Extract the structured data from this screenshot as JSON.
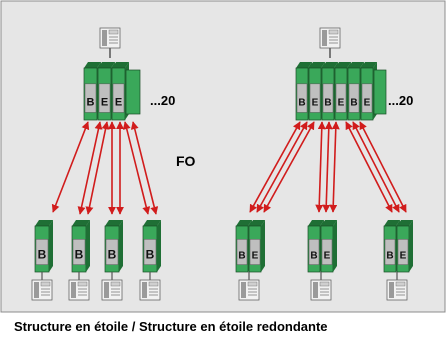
{
  "diagram": {
    "left": {
      "modules": [
        "B",
        "E",
        "E"
      ],
      "count_label": "...20"
    },
    "right": {
      "modules": [
        "B",
        "E",
        "B",
        "E",
        "B",
        "E"
      ],
      "count_label": "...20"
    },
    "medium_label": "FO",
    "left_children": [
      "B",
      "B",
      "B",
      "B"
    ],
    "right_children": [
      [
        "B",
        "E"
      ],
      [
        "B",
        "E"
      ],
      [
        "B",
        "E"
      ]
    ],
    "caption": "Structure en étoile / Structure en étoile redondante",
    "colors": {
      "background": "#e6e6e6",
      "frame": "#8c8c8c",
      "module_green": "#3aa85a",
      "module_dark": "#1f6f35",
      "label_gray": "#bfbfbf",
      "fiber_red": "#d11c1c"
    }
  }
}
